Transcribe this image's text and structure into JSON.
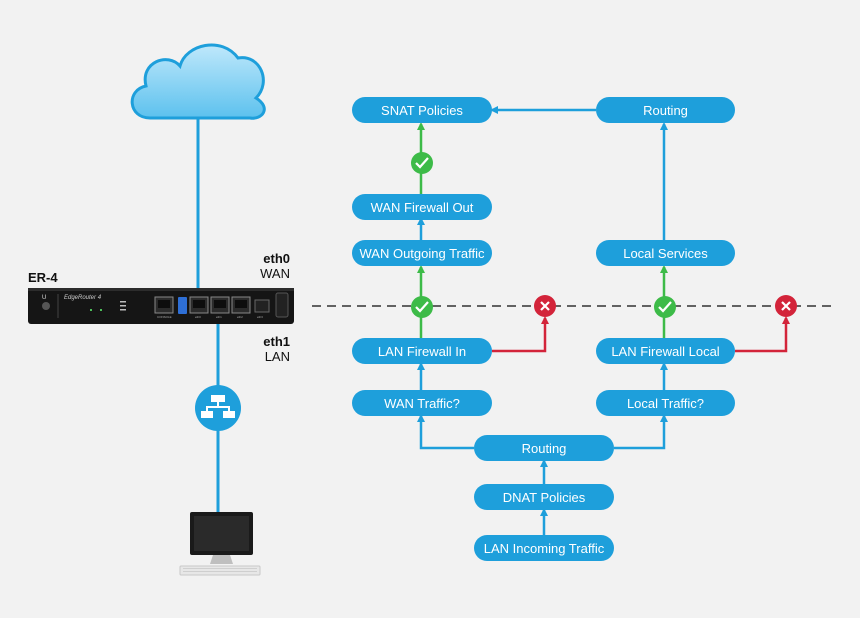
{
  "device": {
    "model_label": "ER-4",
    "brand_text": "EdgeRouter 4",
    "port_labels": [
      "CONSOLE",
      "eth0",
      "eth1",
      "eth2",
      "eth3"
    ]
  },
  "interfaces": {
    "eth0": {
      "name": "eth0",
      "role": "WAN"
    },
    "eth1": {
      "name": "eth1",
      "role": "LAN"
    }
  },
  "flow": {
    "snat_policies": "SNAT Policies",
    "routing_top": "Routing",
    "wan_firewall_out": "WAN Firewall Out",
    "wan_outgoing_traffic": "WAN Outgoing Traffic",
    "local_services": "Local Services",
    "lan_firewall_in": "LAN Firewall In",
    "lan_firewall_local": "LAN Firewall Local",
    "wan_traffic": "WAN Traffic?",
    "local_traffic": "Local Traffic?",
    "routing_bottom": "Routing",
    "dnat_policies": "DNAT Policies",
    "lan_incoming_traffic": "LAN Incoming Traffic"
  },
  "icons": {
    "cloud": "cloud-icon",
    "network": "network-switch-icon",
    "computer": "desktop-computer-icon",
    "allow": "check-icon",
    "deny": "x-icon"
  },
  "colors": {
    "node": "#1e9fdb",
    "line": "#1e9fdb",
    "allow": "#3dbb48",
    "deny": "#d3243a",
    "background": "#f2f2f2"
  }
}
